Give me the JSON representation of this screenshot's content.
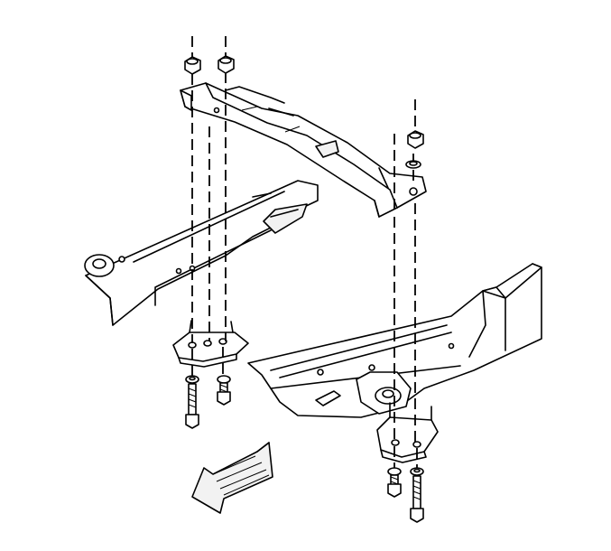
{
  "figure": {
    "parts": [
      {
        "id": "crossmember",
        "icon": "crossmember-icon"
      },
      {
        "id": "left-frame-rail",
        "icon": "frame-rail-icon"
      },
      {
        "id": "right-frame-rail",
        "icon": "frame-rail-icon"
      },
      {
        "id": "left-mount-bracket",
        "icon": "mount-bracket-icon"
      },
      {
        "id": "right-mount-bracket",
        "icon": "mount-bracket-icon"
      },
      {
        "id": "nuts",
        "icon": "hex-nut-icon"
      },
      {
        "id": "bolts",
        "icon": "hex-bolt-icon"
      },
      {
        "id": "front-direction-arrow",
        "icon": "arrow-icon"
      }
    ]
  }
}
